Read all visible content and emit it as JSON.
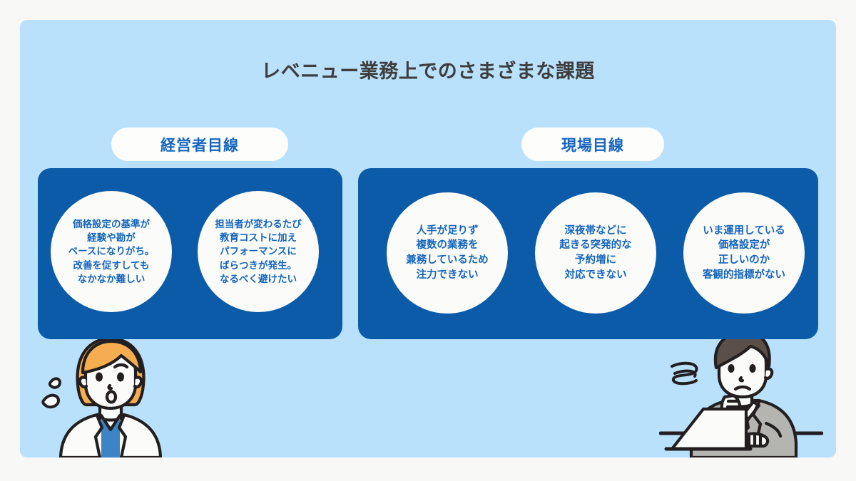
{
  "slide": {
    "title": "レベニュー業務上でのさまざまな課題",
    "background_color": "#b9e1fb",
    "outer_background_color": "#f8f8f6",
    "accent_panel_color": "#0b5ba9",
    "bubble_text_color": "#1566bd",
    "title_color": "#3e3e3e"
  },
  "groups": [
    {
      "label": "経営者目線",
      "bubbles": [
        {
          "text": "価格設定の基準が\n経験や勘が\nベースになりがち。\n改善を促すしても\nなかなか難しい"
        },
        {
          "text": "担当者が変わるたび\n教育コストに加え\nパフォーマンスに\nばらつきが発生。\nなるべく避けたい"
        }
      ]
    },
    {
      "label": "現場目線",
      "bubbles": [
        {
          "text": "人手が足りず\n複数の業務を\n兼務しているため\n注力できない"
        },
        {
          "text": "深夜帯などに\n起きる突発的な\n予約増に\n対応できない"
        },
        {
          "text": "いま運用している\n価格設定が\n正しいのか\n客観的指標がない"
        }
      ]
    }
  ],
  "illustrations": [
    {
      "name": "worried-woman-illustration",
      "description": "困った表情の女性",
      "hair_color": "#f5ad50",
      "jacket_color": "#fbfbfa",
      "shirt_color": "#3d84c6"
    },
    {
      "name": "thinking-businessman-illustration",
      "description": "ノートパソコンの前で考える男性",
      "hair_color": "#5a5049",
      "suit_color": "#b4b4b0",
      "tie_color": "#2e7fc1"
    }
  ]
}
